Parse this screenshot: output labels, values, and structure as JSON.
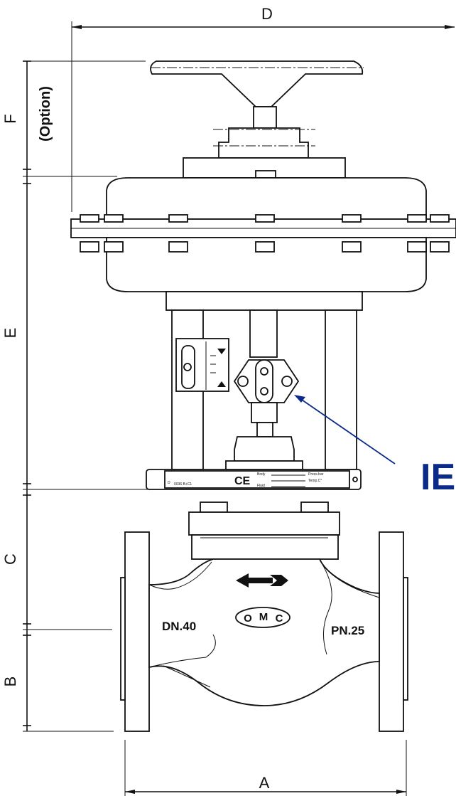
{
  "dimensions": {
    "a": "A",
    "b": "B",
    "c": "C",
    "d": "D",
    "e": "E",
    "f": "F",
    "option": "(Option)"
  },
  "body_markings": {
    "dn": "DN.40",
    "pn": "PN.25",
    "omc_o": "O",
    "omc_m": "M",
    "omc_c": "C"
  },
  "nameplate": {
    "ce_mark": "CE",
    "side_mark": "D",
    "serial": "0036 B+C1",
    "body": "Body",
    "press_bar": "Press.bar",
    "temp_c": "Temp.C°",
    "fluid": "Fluid"
  },
  "callout": {
    "label": "IE",
    "color": "#0b2a8a"
  }
}
